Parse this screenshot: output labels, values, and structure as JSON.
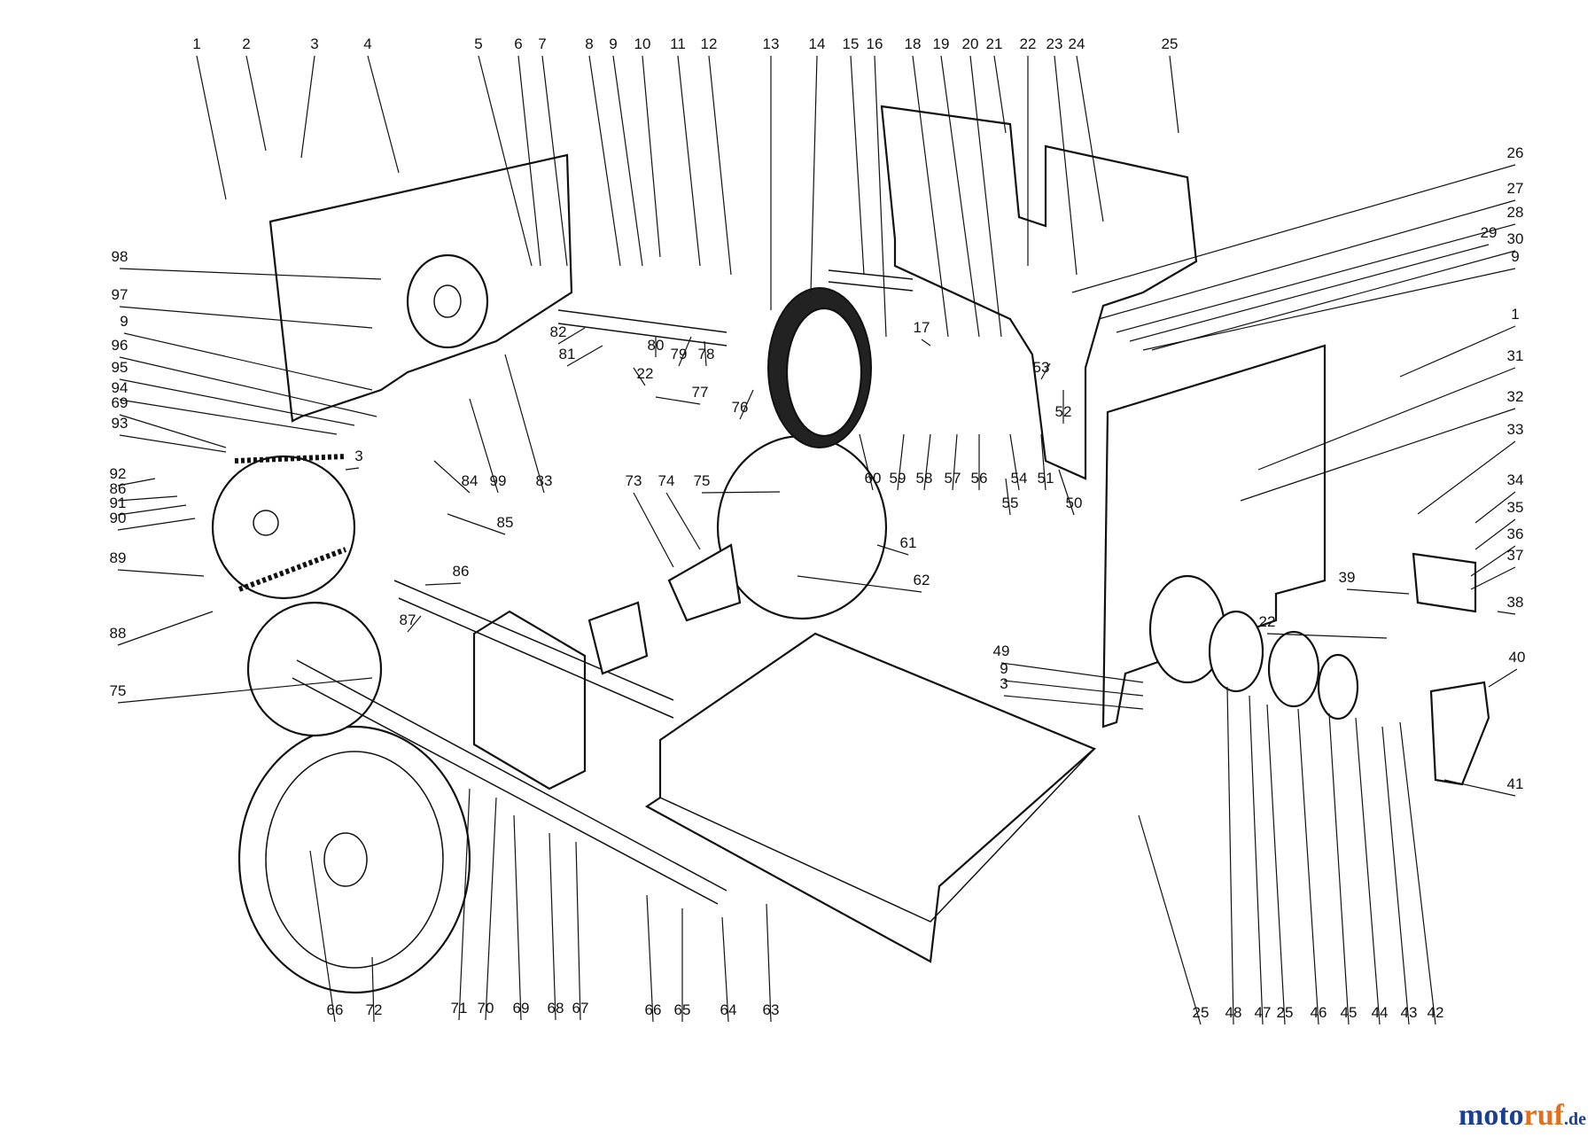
{
  "diagram": {
    "type": "exploded-parts-diagram",
    "callouts": [
      {
        "label": "1"
      },
      {
        "label": "2"
      },
      {
        "label": "3"
      },
      {
        "label": "4"
      },
      {
        "label": "5"
      },
      {
        "label": "6"
      },
      {
        "label": "7"
      },
      {
        "label": "8"
      },
      {
        "label": "9"
      },
      {
        "label": "10"
      },
      {
        "label": "11"
      },
      {
        "label": "12"
      },
      {
        "label": "13"
      },
      {
        "label": "14"
      },
      {
        "label": "15"
      },
      {
        "label": "16"
      },
      {
        "label": "18"
      },
      {
        "label": "19"
      },
      {
        "label": "20"
      },
      {
        "label": "21"
      },
      {
        "label": "22"
      },
      {
        "label": "23"
      },
      {
        "label": "24"
      },
      {
        "label": "25"
      },
      {
        "label": "26"
      },
      {
        "label": "27"
      },
      {
        "label": "28"
      },
      {
        "label": "29"
      },
      {
        "label": "30"
      },
      {
        "label": "9"
      },
      {
        "label": "1"
      },
      {
        "label": "31"
      },
      {
        "label": "32"
      },
      {
        "label": "33"
      },
      {
        "label": "34"
      },
      {
        "label": "35"
      },
      {
        "label": "36"
      },
      {
        "label": "37"
      },
      {
        "label": "38"
      },
      {
        "label": "39"
      },
      {
        "label": "22"
      },
      {
        "label": "40"
      },
      {
        "label": "41"
      },
      {
        "label": "98"
      },
      {
        "label": "97"
      },
      {
        "label": "9"
      },
      {
        "label": "96"
      },
      {
        "label": "95"
      },
      {
        "label": "94"
      },
      {
        "label": "69"
      },
      {
        "label": "93"
      },
      {
        "label": "92"
      },
      {
        "label": "86"
      },
      {
        "label": "91"
      },
      {
        "label": "90"
      },
      {
        "label": "89"
      },
      {
        "label": "88"
      },
      {
        "label": "75"
      },
      {
        "label": "82"
      },
      {
        "label": "81"
      },
      {
        "label": "80"
      },
      {
        "label": "79"
      },
      {
        "label": "78"
      },
      {
        "label": "22"
      },
      {
        "label": "77"
      },
      {
        "label": "76"
      },
      {
        "label": "17"
      },
      {
        "label": "53"
      },
      {
        "label": "52"
      },
      {
        "label": "3"
      },
      {
        "label": "84"
      },
      {
        "label": "99"
      },
      {
        "label": "83"
      },
      {
        "label": "85"
      },
      {
        "label": "60"
      },
      {
        "label": "59"
      },
      {
        "label": "58"
      },
      {
        "label": "57"
      },
      {
        "label": "56"
      },
      {
        "label": "54"
      },
      {
        "label": "51"
      },
      {
        "label": "50"
      },
      {
        "label": "55"
      },
      {
        "label": "73"
      },
      {
        "label": "74"
      },
      {
        "label": "75"
      },
      {
        "label": "61"
      },
      {
        "label": "62"
      },
      {
        "label": "86"
      },
      {
        "label": "87"
      },
      {
        "label": "49"
      },
      {
        "label": "9"
      },
      {
        "label": "3"
      },
      {
        "label": "66"
      },
      {
        "label": "72"
      },
      {
        "label": "71"
      },
      {
        "label": "70"
      },
      {
        "label": "69"
      },
      {
        "label": "68"
      },
      {
        "label": "67"
      },
      {
        "label": "66"
      },
      {
        "label": "65"
      },
      {
        "label": "64"
      },
      {
        "label": "63"
      },
      {
        "label": "25"
      },
      {
        "label": "48"
      },
      {
        "label": "47"
      },
      {
        "label": "25"
      },
      {
        "label": "46"
      },
      {
        "label": "45"
      },
      {
        "label": "44"
      },
      {
        "label": "43"
      },
      {
        "label": "42"
      }
    ]
  },
  "watermark": {
    "part1": "moto",
    "part2": "ruf",
    "part3": ".de"
  }
}
